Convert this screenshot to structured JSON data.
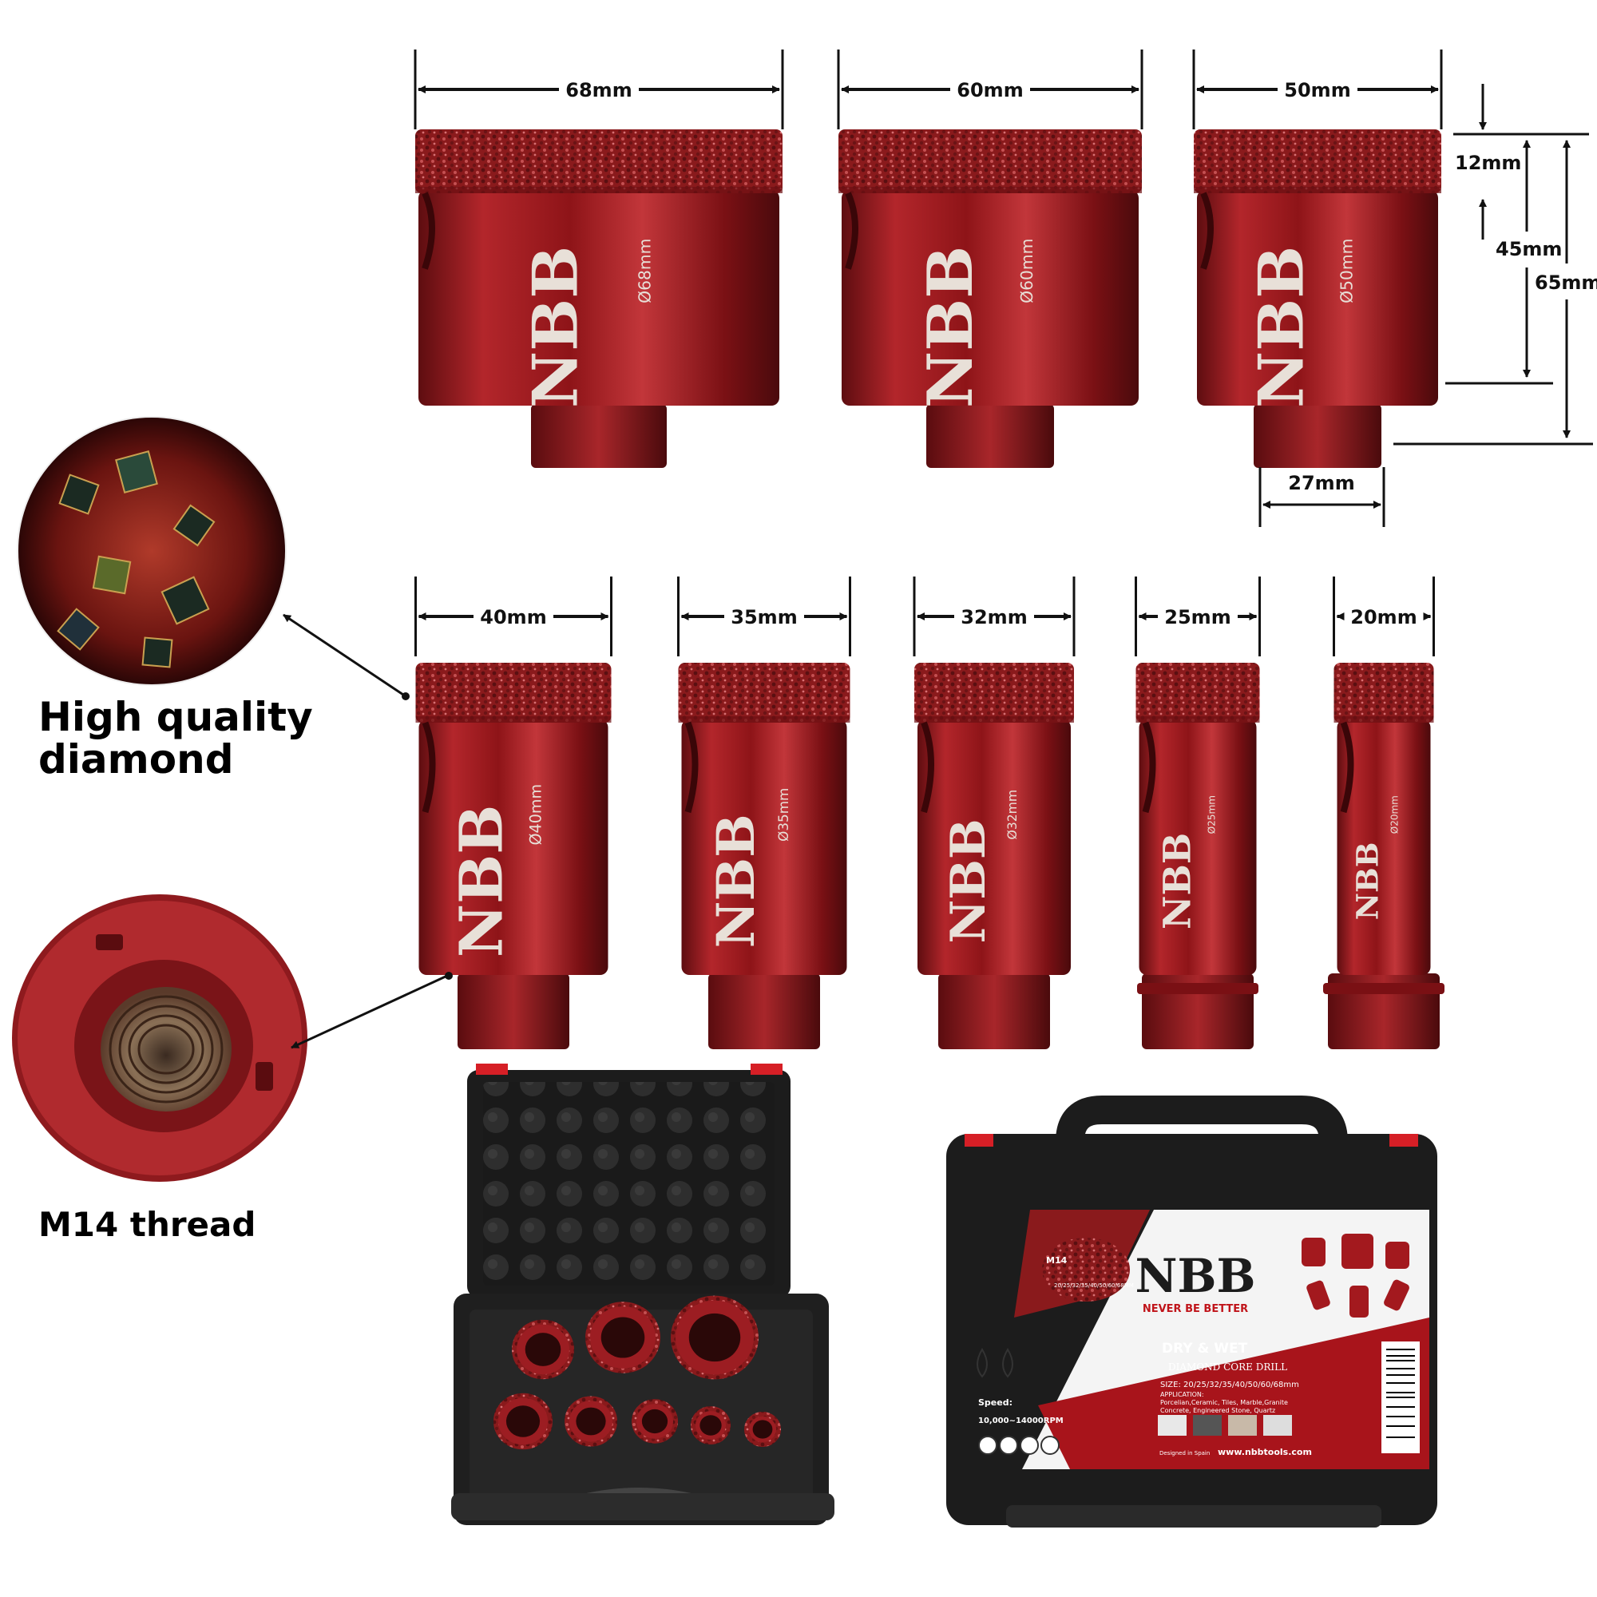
{
  "brand": {
    "logo": "NBB",
    "tagline": "NEVER BE BETTER"
  },
  "large_bits": [
    {
      "width_label": "68mm",
      "engraving": "Ø68mm"
    },
    {
      "width_label": "60mm",
      "engraving": "Ø60mm"
    },
    {
      "width_label": "50mm",
      "engraving": "Ø50mm"
    }
  ],
  "height_dims": {
    "segment": "12mm",
    "body": "45mm",
    "total": "65mm",
    "shank": "27mm"
  },
  "small_bits": [
    {
      "width_label": "40mm",
      "engraving": "Ø40mm"
    },
    {
      "width_label": "35mm",
      "engraving": "Ø35mm"
    },
    {
      "width_label": "32mm",
      "engraving": "Ø32mm"
    },
    {
      "width_label": "25mm",
      "engraving": "Ø25mm"
    },
    {
      "width_label": "20mm",
      "engraving": "Ø20mm"
    }
  ],
  "callouts": {
    "diamond": "High quality\ndiamond",
    "thread": "M14 thread"
  },
  "case_label": {
    "m14": "M14",
    "size_strip": "20/25/32/35/40/50/60/68MM",
    "dry_wet": "DRY & WET",
    "product": "DIAMOND CORE DRILL",
    "size_line": "SIZE: 20/25/32/35/40/50/60/68mm",
    "application_title": "APPLICATION:",
    "application_1": "Porcelian,Ceramic, Tiles, Marble,Granite",
    "application_2": "Concrete, Engineered Stone, Quartz",
    "speed_title": "Speed:",
    "speed_value": "10,000~14000RPM",
    "designed": "Designed in Spain",
    "website": "www.nbbtools.com"
  },
  "colors": {
    "bit_red": "#a31a1f",
    "bit_dark": "#5e0d10",
    "case_black": "#1c1c1c",
    "accent_red": "#d61f26"
  }
}
